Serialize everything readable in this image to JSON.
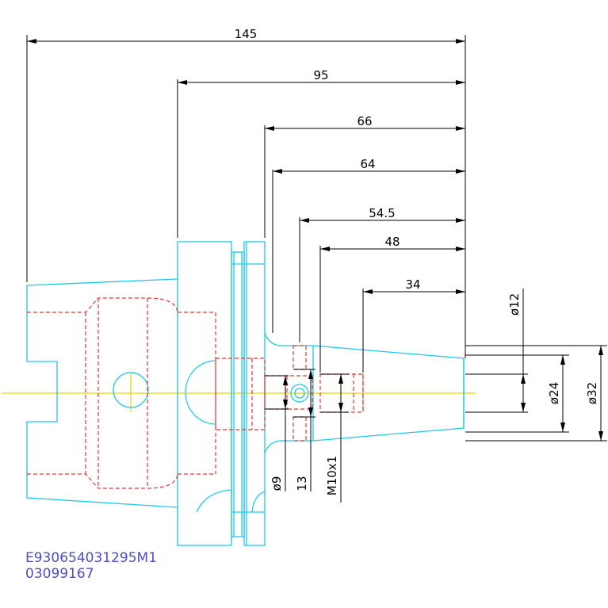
{
  "colors": {
    "outline": "#1ec9e8",
    "hidden": "#e23b3b",
    "axis": "#e6d400",
    "dimension": "#000000",
    "part_text": "#4e4ec6",
    "background": "#ffffff"
  },
  "dimensions": {
    "len_145": "145",
    "len_95": "95",
    "len_66": "66",
    "len_64": "64",
    "len_54_5": "54.5",
    "len_48": "48",
    "len_34": "34",
    "dia_12": "ø12",
    "dia_24": "ø24",
    "dia_32": "ø32",
    "dia_9": "ø9",
    "len_13": "13",
    "thread": "M10x1"
  },
  "part_number": {
    "line1": "E930654031295M1",
    "line2": "03099167"
  }
}
